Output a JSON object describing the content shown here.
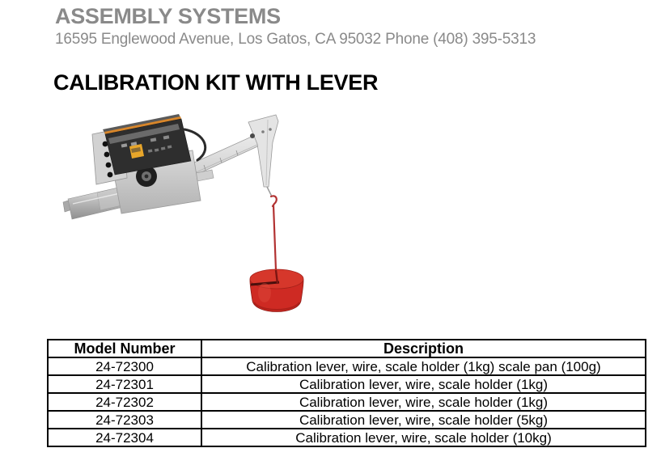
{
  "page": {
    "company": "ASSEMBLY SYSTEMS",
    "address": "16595 Englewood Avenue, Los Gatos, CA 95032 Phone (408) 395-5313",
    "title": "CALIBRATION KIT WITH LEVER"
  },
  "figure": {
    "name": "calibration-kit-with-lever-photo",
    "colors": {
      "pan_red": "#ce2a23",
      "pan_red_top": "#d6372b",
      "wire_red": "#b23232",
      "box_dark": "#2e2e2e",
      "accent_orange": "#d8862a",
      "label_orange": "#e8a62a",
      "metal_light": "#dcdcdc",
      "metal_mid": "#c9c9c9"
    }
  },
  "table": {
    "headers": [
      "Model Number",
      "Description"
    ],
    "rows": [
      [
        "24-72300",
        "Calibration lever, wire, scale holder (1kg) scale pan (100g)"
      ],
      [
        "24-72301",
        "Calibration lever, wire, scale holder (1kg)"
      ],
      [
        "24-72302",
        "Calibration lever, wire, scale holder (1kg)"
      ],
      [
        "24-72303",
        "Calibration lever, wire, scale holder (5kg)"
      ],
      [
        "24-72304",
        "Calibration lever, wire, scale holder (10kg)"
      ]
    ]
  }
}
